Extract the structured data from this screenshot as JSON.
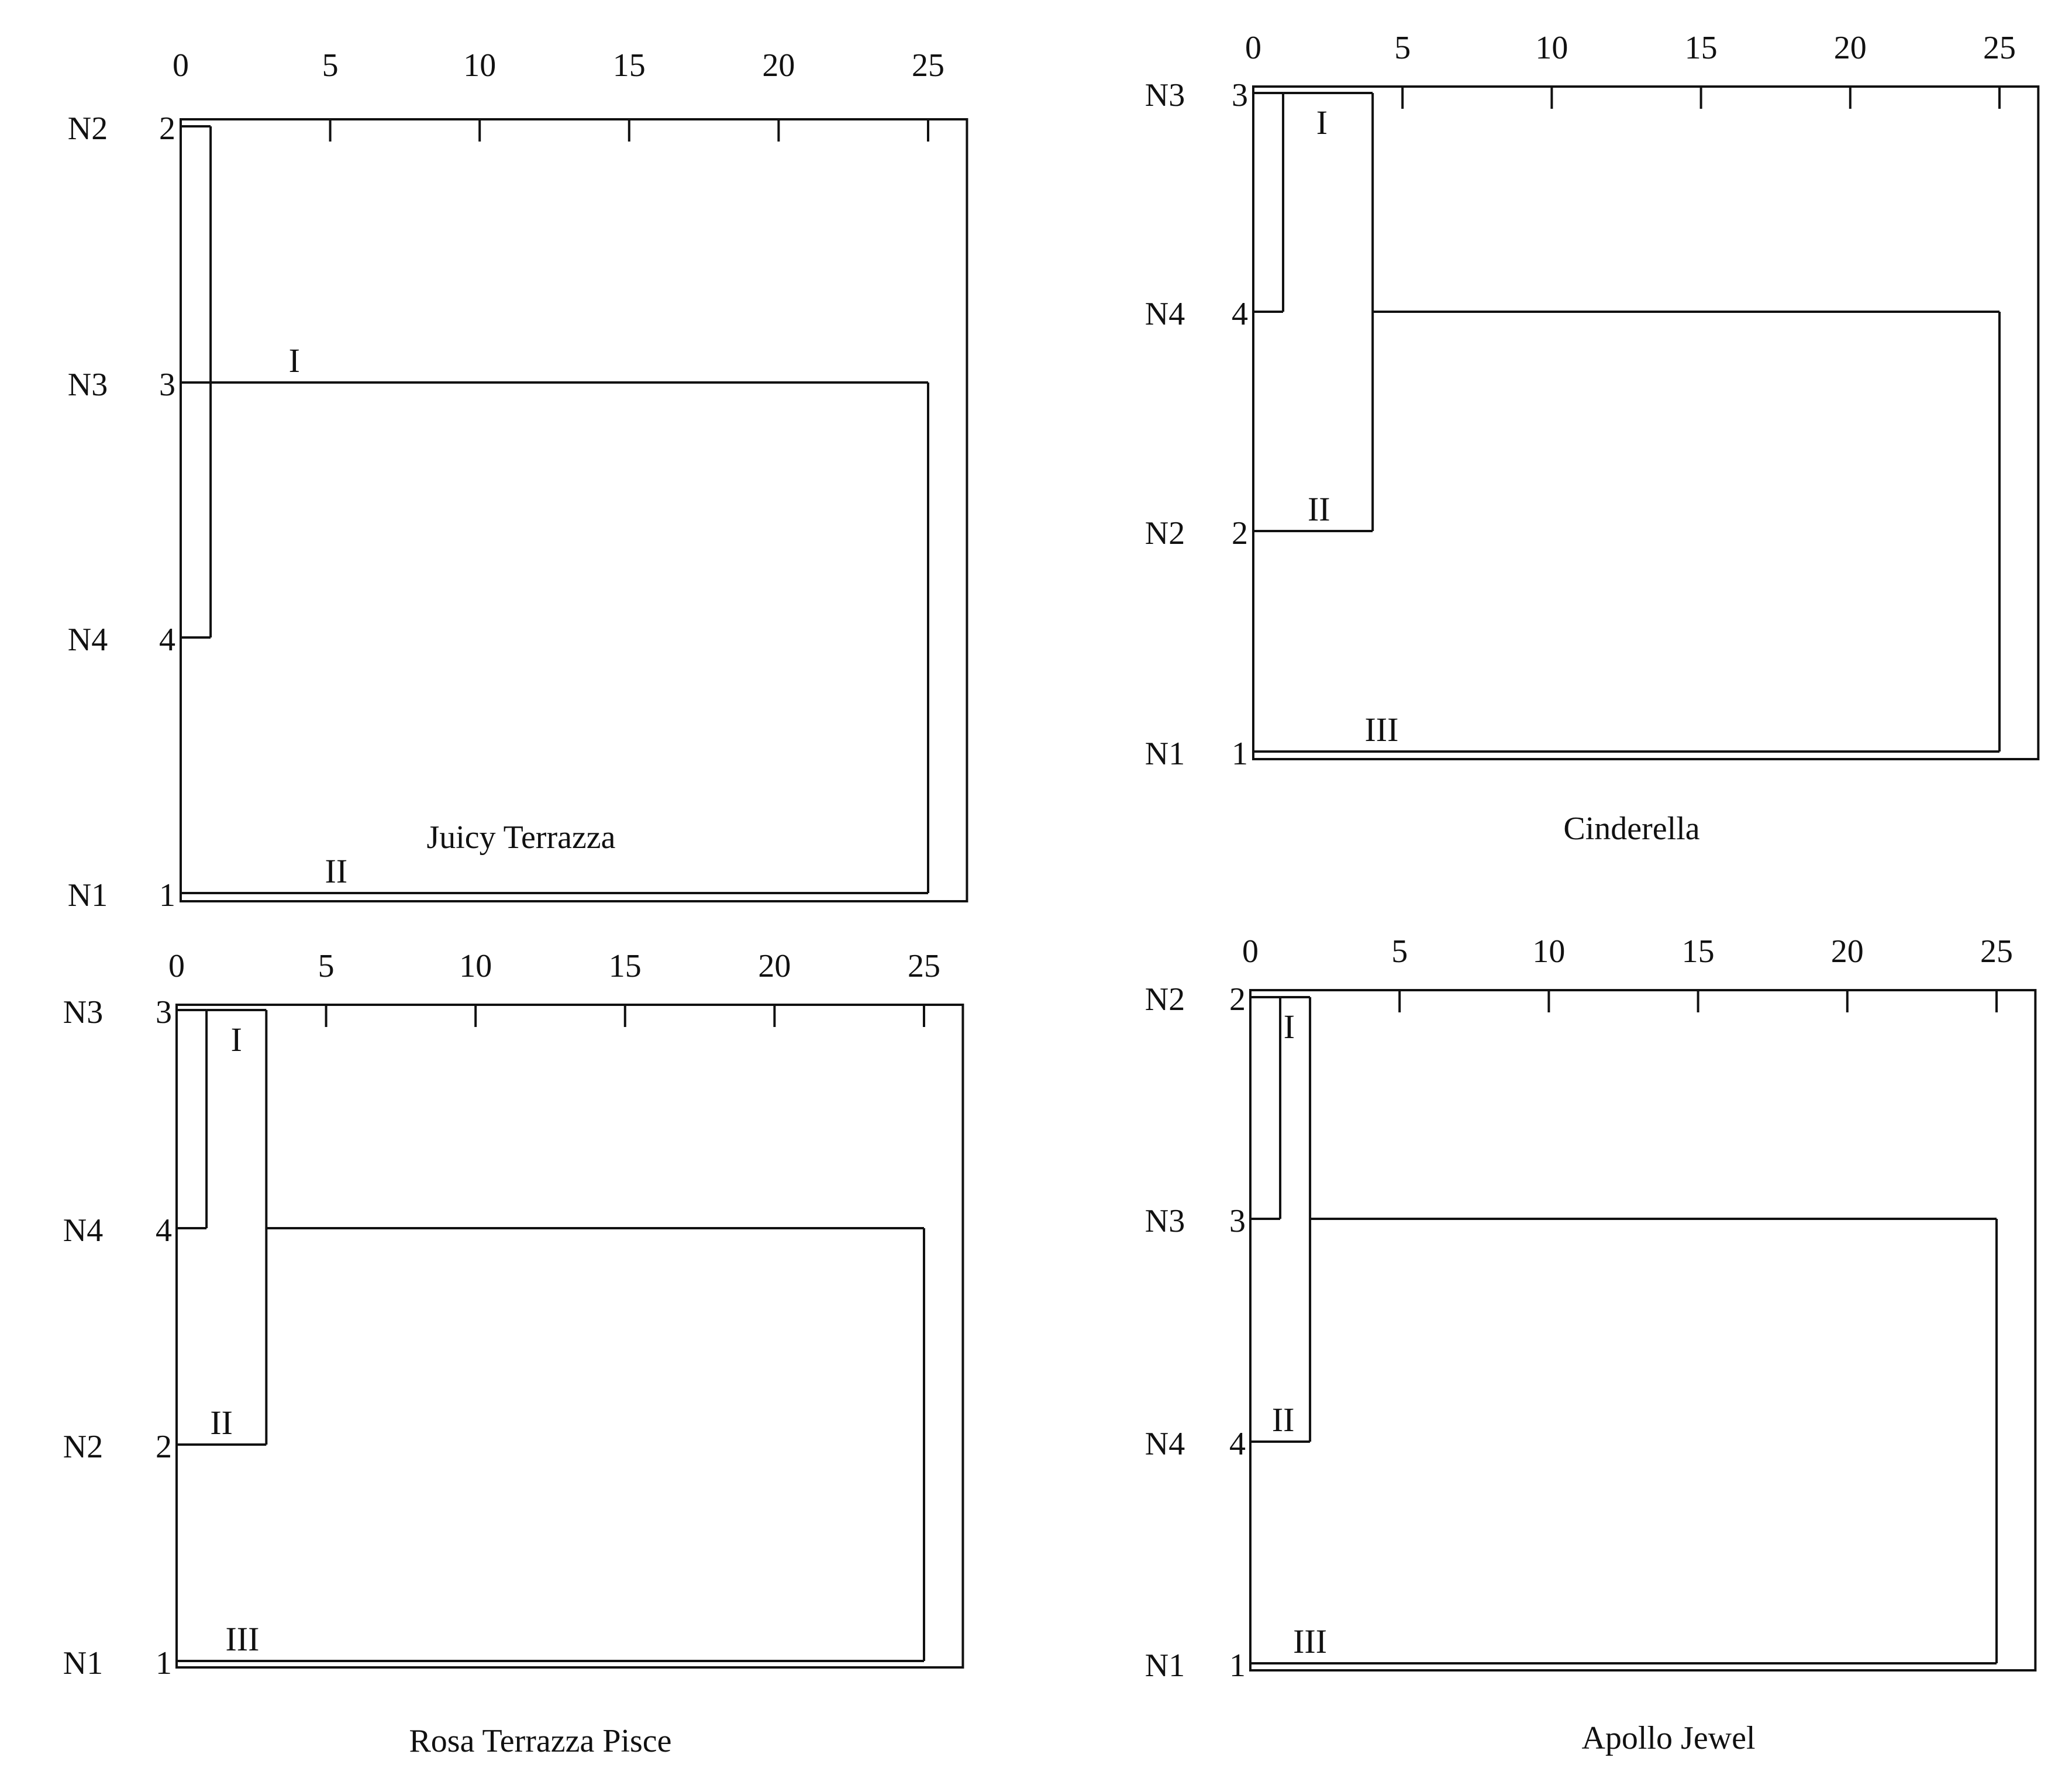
{
  "chart_data": [
    {
      "type": "dendrogram",
      "title": "Juicy Terrazza",
      "x_ticks": [
        0,
        5,
        10,
        15,
        20,
        25
      ],
      "xlim": [
        0,
        26.3
      ],
      "leaves": [
        {
          "name": "N2",
          "num": "2"
        },
        {
          "name": "N3",
          "num": "3"
        },
        {
          "name": "N4",
          "num": "4"
        },
        {
          "name": "N1",
          "num": "1"
        }
      ],
      "merges": [
        {
          "rows": [
            0,
            1,
            2
          ],
          "from": [
            0,
            0,
            0
          ],
          "distance": 1
        },
        {
          "rows": [
            1,
            3
          ],
          "from": [
            1,
            0
          ],
          "distance": 25
        }
      ],
      "cluster_labels": [
        {
          "text": "I",
          "row": 1,
          "x": 3.8
        },
        {
          "text": "II",
          "row": 3,
          "x": 5.2
        }
      ]
    },
    {
      "type": "dendrogram",
      "title": "Cinderella",
      "x_ticks": [
        0,
        5,
        10,
        15,
        20,
        25
      ],
      "xlim": [
        0,
        26.3
      ],
      "leaves": [
        {
          "name": "N3",
          "num": "3"
        },
        {
          "name": "N4",
          "num": "4"
        },
        {
          "name": "N2",
          "num": "2"
        },
        {
          "name": "N1",
          "num": "1"
        }
      ],
      "merges": [
        {
          "rows": [
            0,
            1
          ],
          "from": [
            0,
            0
          ],
          "distance": 1
        },
        {
          "rows": [
            0,
            2
          ],
          "from": [
            1,
            0
          ],
          "distance": 4
        },
        {
          "rows": [
            1,
            3
          ],
          "from": [
            4,
            0
          ],
          "distance": 25
        }
      ],
      "cluster_labels": [
        {
          "text": "I",
          "row": 0,
          "x": 2.3,
          "below": true
        },
        {
          "text": "II",
          "row": 2,
          "x": 2.2
        },
        {
          "text": "III",
          "row": 3,
          "x": 4.3
        }
      ]
    },
    {
      "type": "dendrogram",
      "title": "Rosa Terrazza Pisce",
      "x_ticks": [
        0,
        5,
        10,
        15,
        20,
        25
      ],
      "xlim": [
        0,
        26.3
      ],
      "leaves": [
        {
          "name": "N3",
          "num": "3"
        },
        {
          "name": "N4",
          "num": "4"
        },
        {
          "name": "N2",
          "num": "2"
        },
        {
          "name": "N1",
          "num": "1"
        }
      ],
      "merges": [
        {
          "rows": [
            0,
            1
          ],
          "from": [
            0,
            0
          ],
          "distance": 1
        },
        {
          "rows": [
            0,
            2
          ],
          "from": [
            1,
            0
          ],
          "distance": 3
        },
        {
          "rows": [
            1,
            3
          ],
          "from": [
            3,
            0
          ],
          "distance": 25
        }
      ],
      "cluster_labels": [
        {
          "text": "I",
          "row": 0,
          "x": 2.0,
          "below": true
        },
        {
          "text": "II",
          "row": 2,
          "x": 1.5
        },
        {
          "text": "III",
          "row": 3,
          "x": 2.2
        }
      ]
    },
    {
      "type": "dendrogram",
      "title": "Apollo Jewel",
      "x_ticks": [
        0,
        5,
        10,
        15,
        20,
        25
      ],
      "xlim": [
        0,
        26.3
      ],
      "leaves": [
        {
          "name": "N2",
          "num": "2"
        },
        {
          "name": "N3",
          "num": "3"
        },
        {
          "name": "N4",
          "num": "4"
        },
        {
          "name": "N1",
          "num": "1"
        }
      ],
      "merges": [
        {
          "rows": [
            0,
            1
          ],
          "from": [
            0,
            0
          ],
          "distance": 1
        },
        {
          "rows": [
            0,
            2
          ],
          "from": [
            1,
            0
          ],
          "distance": 2
        },
        {
          "rows": [
            1,
            3
          ],
          "from": [
            2,
            0
          ],
          "distance": 25
        }
      ],
      "cluster_labels": [
        {
          "text": "I",
          "row": 0,
          "x": 1.3,
          "below": true
        },
        {
          "text": "II",
          "row": 2,
          "x": 1.1
        },
        {
          "text": "III",
          "row": 3,
          "x": 2.0
        }
      ]
    }
  ]
}
